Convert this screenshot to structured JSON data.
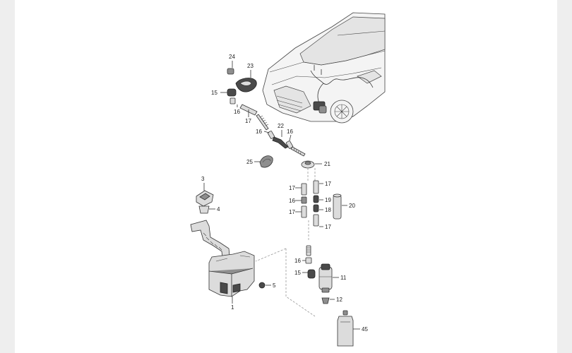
{
  "diagram": {
    "callouts": {
      "c24": "24",
      "c23": "23",
      "c15a": "15",
      "c16a": "16",
      "c17a": "17",
      "c22": "22",
      "c16b": "16",
      "c16c": "16",
      "c25": "25",
      "c21": "21",
      "c3": "3",
      "c4": "4",
      "c17b": "17",
      "c17c": "17",
      "c16d": "16",
      "c19": "19",
      "c20": "20",
      "c17d": "17",
      "c18": "18",
      "c17e": "17",
      "c16e": "16",
      "c15b": "15",
      "c11": "11",
      "c5": "5",
      "c12": "12",
      "c1": "1",
      "c45": "45"
    }
  }
}
